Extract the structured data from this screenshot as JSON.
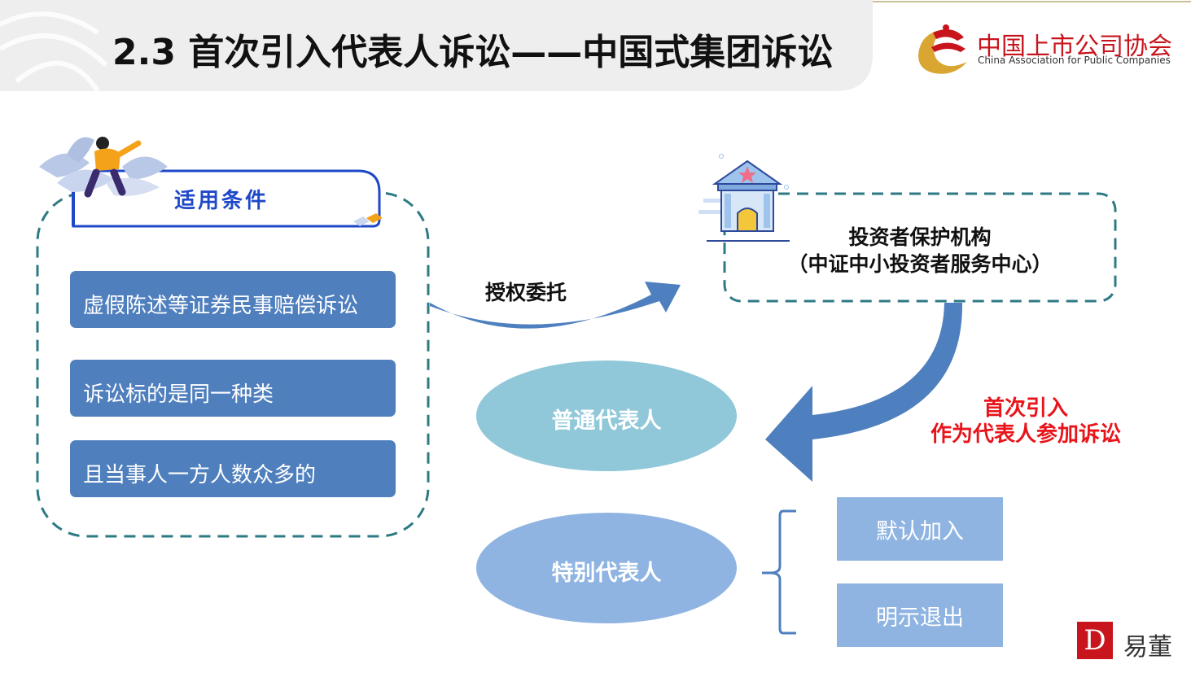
{
  "header": {
    "title": "2.3  首次引入代表人诉讼——中国式集团诉讼",
    "logo_cn": "中国上市公司协会",
    "logo_en": "China Association for Public Companies"
  },
  "conditions": {
    "tag": "适用条件",
    "items": [
      "虚假陈述等证券民事赔偿诉讼",
      "诉讼标的是同一种类",
      "且当事人一方人数众多的"
    ]
  },
  "flow": {
    "authorize_label": "授权委托",
    "org_name": "投资者保护机构",
    "org_sub": "（中证中小投资者服务中心）",
    "note_line1": "首次引入",
    "note_line2": "作为代表人参加诉讼"
  },
  "representatives": {
    "ordinary": "普通代表人",
    "special": "特别代表人",
    "options": [
      "默认加入",
      "明示退出"
    ]
  },
  "brand": {
    "icon_letter": "D",
    "name": "易董"
  },
  "colors": {
    "box_blue": "#4f7fbd",
    "arrow_blue": "#4e7fbe",
    "dash_teal": "#2e7a84",
    "ellipse_light": "#90c8d9",
    "ellipse_mid": "#8fb4e2",
    "red_note": "#e8141a",
    "logo_red": "#c8151d"
  }
}
